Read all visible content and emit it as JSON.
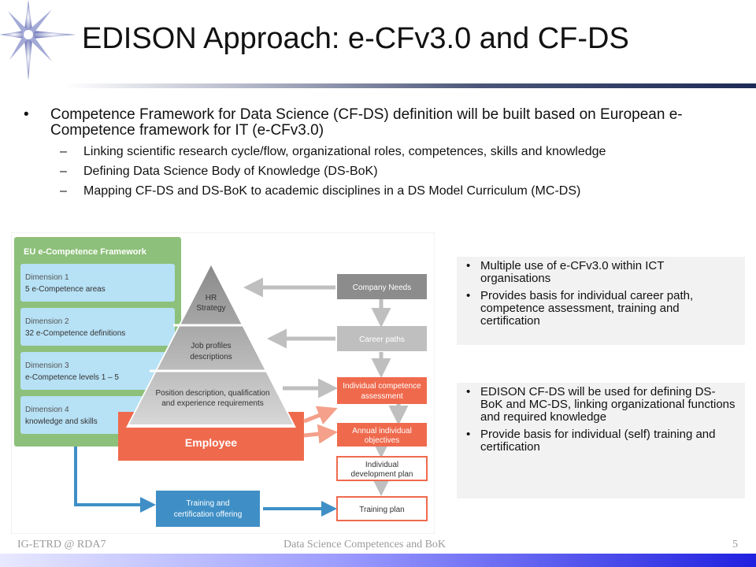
{
  "slide": {
    "title": "EDISON Approach: e-CFv3.0 and CF-DS",
    "bullets": [
      "Competence Framework for Data Science (CF-DS) definition will be built based on European e-Competence framework for IT (e-CFv3.0)"
    ],
    "sub_bullets": [
      "Linking scientific research cycle/flow, organizational roles, competences, skills and knowledge",
      "Defining Data Science Body of Knowledge (DS-BoK)",
      "Mapping CF-DS and DS-BoK to academic disciplines in a DS Model Curriculum (MC-DS)"
    ]
  },
  "diagram": {
    "framework_title": "EU e-Competence Framework",
    "dimensions": [
      {
        "name": "Dimension 1",
        "desc": "5 e-Competence areas"
      },
      {
        "name": "Dimension 2",
        "desc": "32 e-Competence definitions"
      },
      {
        "name": "Dimension 3",
        "desc": "e-Competence levels 1 – 5"
      },
      {
        "name": "Dimension 4",
        "desc": "knowledge and skills"
      }
    ],
    "pyramid": {
      "top_line1": "HR",
      "top_line2": "Strategy",
      "mid_line1": "Job profiles",
      "mid_line2": "descriptions",
      "base_line1": "Position description, qualification",
      "base_line2": "and experience requirements"
    },
    "employee": "Employee",
    "company_needs": "Company Needs",
    "career_paths": "Career paths",
    "assessment_line1": "Individual competence",
    "assessment_line2": "assessment",
    "objectives_line1": "Annual individual",
    "objectives_line2": "objectives",
    "devplan_line1": "Individual",
    "devplan_line2": "development plan",
    "training_line1": "Training and",
    "training_line2": "certification offering",
    "training_plan": "Training plan",
    "colors": {
      "green": "#8dc07a",
      "light_blue": "#b7e1f5",
      "blue": "#3f8fc6",
      "orange": "#ef6a4d",
      "gray": "#8c8c8c",
      "light_gray": "#bfbfbf"
    }
  },
  "notes": [
    [
      "Multiple use of e-CFv3.0 within ICT organisations",
      "Provides basis for individual career path, competence assessment, training and certification"
    ],
    [
      "EDISON CF-DS will be used for defining DS-BoK and MC-DS, linking organizational functions and required knowledge",
      "Provide basis for individual (self) training and certification"
    ]
  ],
  "footer": {
    "left": "IG-ETRD @ RDA7",
    "center": "Data Science Competences and BoK",
    "page": "5"
  }
}
